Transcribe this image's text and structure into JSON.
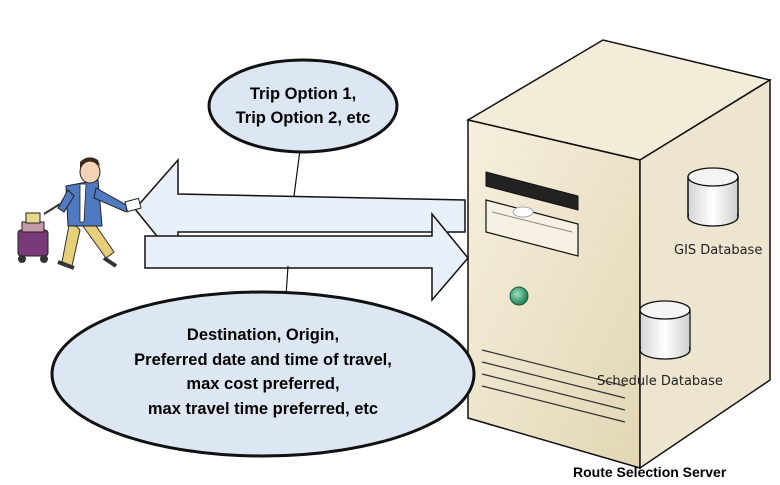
{
  "response_bubble": {
    "lines": [
      "Trip Option 1,",
      "Trip Option 2, etc"
    ]
  },
  "request_bubble": {
    "lines": [
      "Destination, Origin,",
      "Preferred date and time of travel,",
      "max cost preferred,",
      "max travel time preferred, etc"
    ]
  },
  "server": {
    "label": "Route Selection Server",
    "databases": [
      {
        "label": "GIS Database"
      },
      {
        "label": "Schedule Database"
      }
    ]
  },
  "colors": {
    "bubble_fill": "#dde7f4",
    "arrow_fill": "#eaf0f9",
    "outline": "#111111",
    "server_front": "#ebe3cc",
    "server_side": "#d9cba3",
    "server_top": "#f3ecd8",
    "led": "#2e9c6b"
  },
  "icons": [
    "traveler-icon",
    "database-icon",
    "server-icon"
  ]
}
